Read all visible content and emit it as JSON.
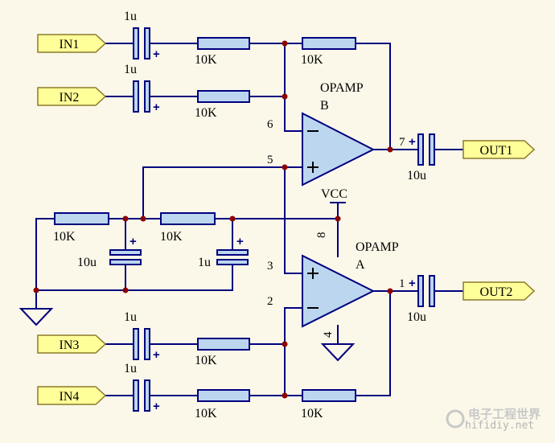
{
  "inputs": {
    "in1": "IN1",
    "in2": "IN2",
    "in3": "IN3",
    "in4": "IN4"
  },
  "outputs": {
    "out1": "OUT1",
    "out2": "OUT2"
  },
  "opamp_b": {
    "name": "OPAMP",
    "unit": "B",
    "pin_minus": "6",
    "pin_plus": "5",
    "pin_out": "7"
  },
  "opamp_a": {
    "name": "OPAMP",
    "unit": "A",
    "pin_plus": "3",
    "pin_minus": "2",
    "pin_out": "1",
    "pin_vcc": "8",
    "pin_gnd": "4"
  },
  "supply": {
    "vcc": "VCC"
  },
  "components": {
    "c_in1": "1u",
    "c_in2": "1u",
    "c_in3": "1u",
    "c_in4": "1u",
    "r_in1": "10K",
    "r_in2": "10K",
    "r_in3": "10K",
    "r_in4": "10K",
    "r_fb_b": "10K",
    "r_fb_a": "10K",
    "r_bias1": "10K",
    "r_bias2": "10K",
    "c_bias1": "10u",
    "c_bias2": "1u",
    "c_out1": "10u",
    "c_out2": "10u"
  },
  "polarity": "+",
  "watermark": {
    "line1": "电子工程世界",
    "line2": "hifidiy.net"
  },
  "colors": {
    "wire": "#000080",
    "component_fill": "#bcd6ef",
    "port_fill": "#ffff99",
    "junction": "#8b0000",
    "background": "#fbf8e9"
  }
}
